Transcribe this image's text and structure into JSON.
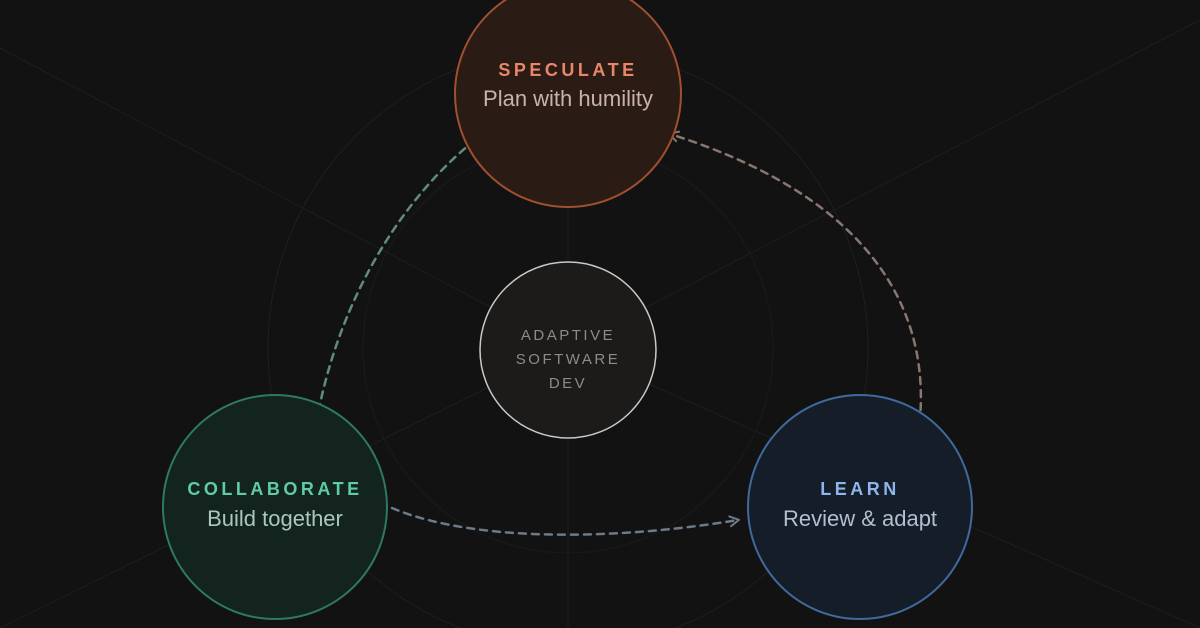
{
  "diagram": {
    "center": {
      "lines": [
        "ADAPTIVE",
        "SOFTWARE",
        "DEV"
      ]
    },
    "phases": [
      {
        "id": "speculate",
        "title": "SPECULATE",
        "subtitle": "Plan with humility",
        "title_color": "#e8866a",
        "subtitle_color": "#c9b2a8",
        "fill": "#2b1b15",
        "stroke": "#a0502f"
      },
      {
        "id": "collaborate",
        "title": "COLLABORATE",
        "subtitle": "Build together",
        "title_color": "#5fcba8",
        "subtitle_color": "#a9c7bb",
        "fill": "#13241e",
        "stroke": "#2e7a60"
      },
      {
        "id": "learn",
        "title": "LEARN",
        "subtitle": "Review & adapt",
        "title_color": "#8eb5ec",
        "subtitle_color": "#b2bfd0",
        "fill": "#151d28",
        "stroke": "#3f6a9e"
      }
    ],
    "arrows": [
      {
        "from": "speculate",
        "to": "collaborate",
        "color": "#5f8c7e"
      },
      {
        "from": "collaborate",
        "to": "learn",
        "color": "#6d7a8a"
      },
      {
        "from": "learn",
        "to": "speculate",
        "color": "#8a7670"
      }
    ],
    "background": "#121212"
  }
}
